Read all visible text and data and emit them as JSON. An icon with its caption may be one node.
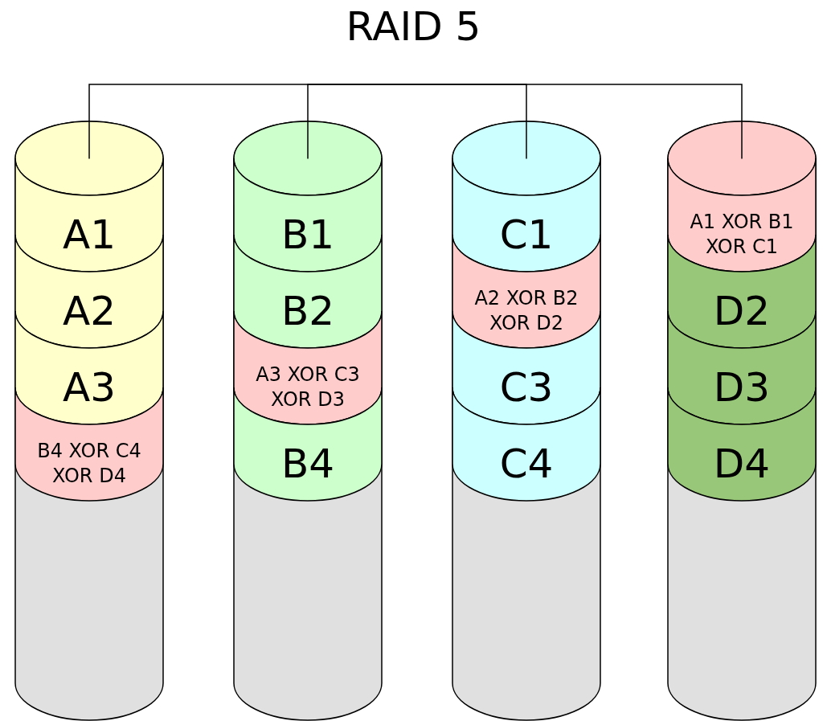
{
  "diagram": {
    "title": "RAID 5",
    "nodes": [
      {
        "text": [],
        "shape": "cylinder"
      },
      {
        "text": [],
        "shape": "ellipse",
        "in": 0
      },
      {
        "text": [
          "A1"
        ],
        "in": 0
      },
      {
        "text": [
          "A2"
        ],
        "in": 0
      },
      {
        "text": [
          "A3"
        ],
        "in": 0
      },
      {
        "text": [
          "B4 XOR C4 XOR D4"
        ],
        "in": 0
      },
      {
        "text": [],
        "shape": "cylinder"
      },
      {
        "text": [],
        "shape": "ellipse",
        "in": 6
      },
      {
        "text": [
          "B1"
        ],
        "in": 6
      },
      {
        "text": [
          "B2"
        ],
        "in": 6
      },
      {
        "text": [
          "A3 XOR C3 XOR D3"
        ],
        "in": 6
      },
      {
        "text": [
          "B4"
        ],
        "in": 6
      },
      {
        "text": [],
        "shape": "cylinder"
      },
      {
        "text": [],
        "shape": "ellipse",
        "in": 12
      },
      {
        "text": [
          "C1"
        ],
        "in": 12
      },
      {
        "text": [
          "A2 XOR B2 XOR D2"
        ],
        "in": 12
      },
      {
        "text": [
          "C3"
        ],
        "in": 12
      },
      {
        "text": [
          "C4"
        ],
        "in": 12
      },
      {
        "text": [],
        "shape": "cylinder"
      },
      {
        "text": [],
        "shape": "ellipse",
        "in": 18
      },
      {
        "text": [
          "A1 XOR B1 XOR C1"
        ],
        "in": 18
      },
      {
        "text": [
          "D2"
        ],
        "in": 18
      },
      {
        "text": [
          "D3"
        ],
        "in": 18
      },
      {
        "text": [
          "D4"
        ],
        "in": 18
      }
    ],
    "edges": [
      {
        "from": null,
        "to": 1,
        "arrow": "none"
      },
      {
        "from": null,
        "to": 7,
        "arrow": "none"
      },
      {
        "from": null,
        "to": 13,
        "arrow": "none"
      },
      {
        "from": null,
        "to": 19,
        "arrow": "none"
      }
    ]
  }
}
